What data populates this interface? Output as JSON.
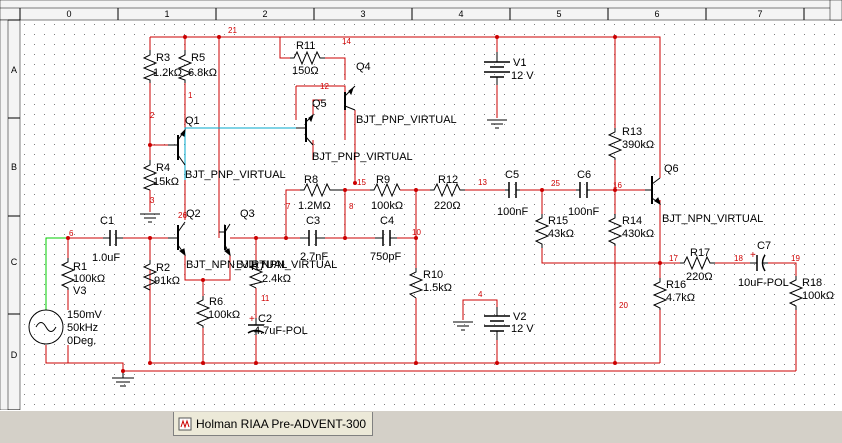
{
  "tab": {
    "title": "Holman RIAA Pre-ADVENT-300"
  },
  "ruler": {
    "columns": [
      "0",
      "1",
      "2",
      "3",
      "4",
      "5",
      "6",
      "7"
    ],
    "rows": [
      "A",
      "B",
      "C",
      "D"
    ]
  },
  "components": {
    "R1": {
      "ref": "R1",
      "value": "100kΩ"
    },
    "R2": {
      "ref": "R2",
      "value": "91kΩ"
    },
    "R3": {
      "ref": "R3",
      "value": "1.2kΩ"
    },
    "R4": {
      "ref": "R4",
      "value": "15kΩ"
    },
    "R5": {
      "ref": "R5",
      "value": "6.8kΩ"
    },
    "R6": {
      "ref": "R6",
      "value": "100kΩ"
    },
    "R7": {
      "ref": "R7",
      "value": "2.4kΩ"
    },
    "R8": {
      "ref": "R8",
      "value": "1.2MΩ"
    },
    "R9": {
      "ref": "R9",
      "value": "100kΩ"
    },
    "R10": {
      "ref": "R10",
      "value": "1.5kΩ"
    },
    "R11": {
      "ref": "R11",
      "value": "150Ω"
    },
    "R12": {
      "ref": "R12",
      "value": "220Ω"
    },
    "R13": {
      "ref": "R13",
      "value": "390kΩ"
    },
    "R14": {
      "ref": "R14",
      "value": "430kΩ"
    },
    "R15": {
      "ref": "R15",
      "value": "43kΩ"
    },
    "R16": {
      "ref": "R16",
      "value": "4.7kΩ"
    },
    "R17": {
      "ref": "R17",
      "value": "220Ω"
    },
    "R18": {
      "ref": "R18",
      "value": "100kΩ"
    },
    "C1": {
      "ref": "C1",
      "value": "1.0uF"
    },
    "C2": {
      "ref": "C2",
      "value": "4.7uF-POL"
    },
    "C3": {
      "ref": "C3",
      "value": "2.7nF"
    },
    "C4": {
      "ref": "C4",
      "value": "750pF"
    },
    "C5": {
      "ref": "C5",
      "value": "100nF"
    },
    "C6": {
      "ref": "C6",
      "value": "100nF"
    },
    "C7": {
      "ref": "C7",
      "value": "10uF-POL"
    },
    "Q1": {
      "ref": "Q1",
      "model": "BJT_PNP_VIRTUAL"
    },
    "Q2": {
      "ref": "Q2",
      "model": "BJT_NPN_VIRTUAL"
    },
    "Q3": {
      "ref": "Q3",
      "model": "BJT_NPN_VIRTUAL"
    },
    "Q4": {
      "ref": "Q4",
      "model": "BJT_PNP_VIRTUAL"
    },
    "Q5": {
      "ref": "Q5",
      "model": "BJT_PNP_VIRTUAL"
    },
    "Q6": {
      "ref": "Q6",
      "model": "BJT_NPN_VIRTUAL"
    },
    "V1": {
      "ref": "V1",
      "value": "12 V"
    },
    "V2": {
      "ref": "V2",
      "value": "12 V"
    },
    "V3": {
      "ref": "V3",
      "amplitude": "150mV",
      "frequency": "50kHz",
      "phase": "0Deg."
    }
  },
  "nodes": {
    "n21": "21",
    "n1": "1",
    "n2": "2",
    "n3": "3",
    "n4": "4",
    "n6": "6",
    "n7": "7",
    "n8": "8",
    "n10": "10",
    "n11": "11",
    "n12": "12",
    "n13": "13",
    "n14": "14",
    "n15": "15",
    "n16": "16",
    "n17": "17",
    "n18": "18",
    "n19": "19",
    "n20": "20",
    "n25": "25",
    "n26": "26"
  },
  "colors": {
    "wire": "#cc0000",
    "highlight_wire": "#00cc00",
    "selected_wire": "#00aacc",
    "component": "#000000",
    "node_label": "#d00000",
    "grid_dot": "#7f7f7f"
  }
}
